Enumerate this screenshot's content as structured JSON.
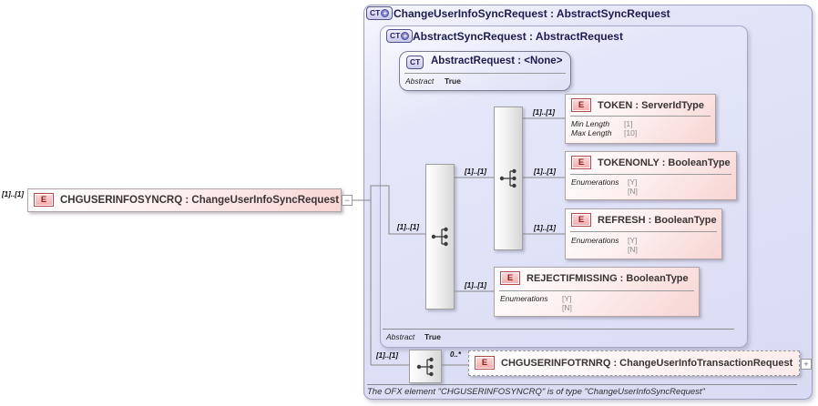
{
  "root": {
    "cardinality": "[1]..[1]",
    "icon": "E",
    "label": "CHGUSERINFOSYNCRQ : ChangeUserInfoSyncRequest",
    "collapse": "−"
  },
  "outer": {
    "badge": "CT",
    "badge_plus": "+",
    "title": "ChangeUserInfoSyncRequest : AbstractSyncRequest"
  },
  "inner": {
    "badge": "CT",
    "badge_plus": "+",
    "title": "AbstractSyncRequest : AbstractRequest",
    "abstract_label": "Abstract",
    "abstract_value": "True"
  },
  "base": {
    "badge": "CT",
    "title": "AbstractRequest : <None>",
    "abstract_label": "Abstract",
    "abstract_value": "True"
  },
  "cards": {
    "seq1": "[1]..[1]",
    "box2": "[1]..[1]",
    "token": "[1]..[1]",
    "tokenonly": "[1]..[1]",
    "refresh": "[1]..[1]",
    "reject": "[1]..[1]",
    "trn_left": "[1]..[1]",
    "trn_right": "0..*"
  },
  "elements": {
    "token": {
      "icon": "E",
      "label": "TOKEN : ServerIdType",
      "attr1_label": "Min Length",
      "attr1_value": "[1]",
      "attr2_label": "Max Length",
      "attr2_value": "[10]"
    },
    "tokenonly": {
      "icon": "E",
      "label": "TOKENONLY : BooleanType",
      "attr_label": "Enumerations",
      "enum1": "[Y]",
      "enum2": "[N]"
    },
    "refresh": {
      "icon": "E",
      "label": "REFRESH : BooleanType",
      "attr_label": "Enumerations",
      "enum1": "[Y]",
      "enum2": "[N]"
    },
    "reject": {
      "icon": "E",
      "label": "REJECTIFMISSING : BooleanType",
      "attr_label": "Enumerations",
      "enum1": "[Y]",
      "enum2": "[N]"
    }
  },
  "trn": {
    "icon": "E",
    "label": "CHGUSERINFOTRNRQ : ChangeUserInfoTransactionRequest",
    "expand": "+"
  },
  "footer": "The OFX element \"CHGUSERINFOSYNCRQ\" is of type \"ChangeUserInfoSyncRequest\""
}
